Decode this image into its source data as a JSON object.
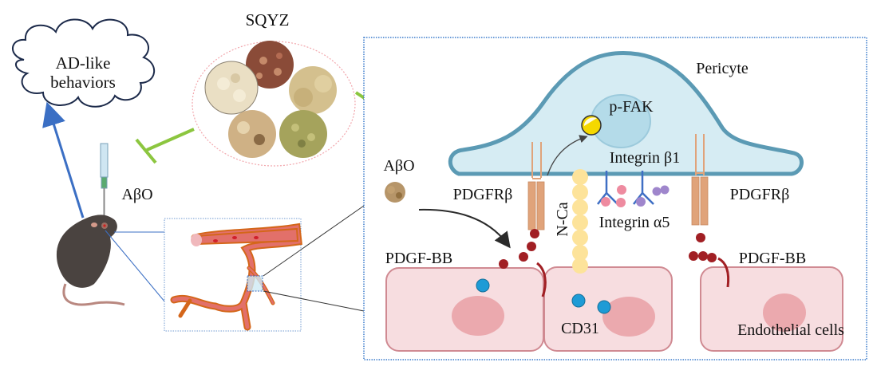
{
  "title": "SQYZ",
  "labels": {
    "cloud": [
      "AD-like",
      "behaviors"
    ],
    "abo_injection": "AβO",
    "abo_panel": "AβO",
    "pericyte": "Pericyte",
    "pfak": "p-FAK",
    "integrin_b1": "Integrin β1",
    "integrin_a5": "Integrin α5",
    "pdgfrb_left": "PDGFRβ",
    "pdgfrb_right": "PDGFRβ",
    "n_ca": "N-Ca",
    "pdgfbb_left": "PDGF-BB",
    "pdgfbb_right": "PDGF-BB",
    "cd31": "CD31",
    "endothelial": "Endothelial cells"
  },
  "colors": {
    "inhibit": "#8cc63f",
    "activate_arrow": "#3b6fc4",
    "pericyte_fill": "#d6ecf3",
    "pericyte_stroke": "#5b9ab4",
    "endothelial_fill": "#f7dde0",
    "endothelial_stroke": "#d08a92",
    "nucleus": "#eba9ae",
    "receptor": "#e0a37a",
    "pdgf_bb": "#a11f24",
    "ncad": "#fde39a",
    "integrin": "#3f6fc4",
    "cd31": "#1e9bd6",
    "pfak": "#f5d800",
    "vessel": "#e2706a",
    "vessel_stroke": "#d4661a"
  }
}
